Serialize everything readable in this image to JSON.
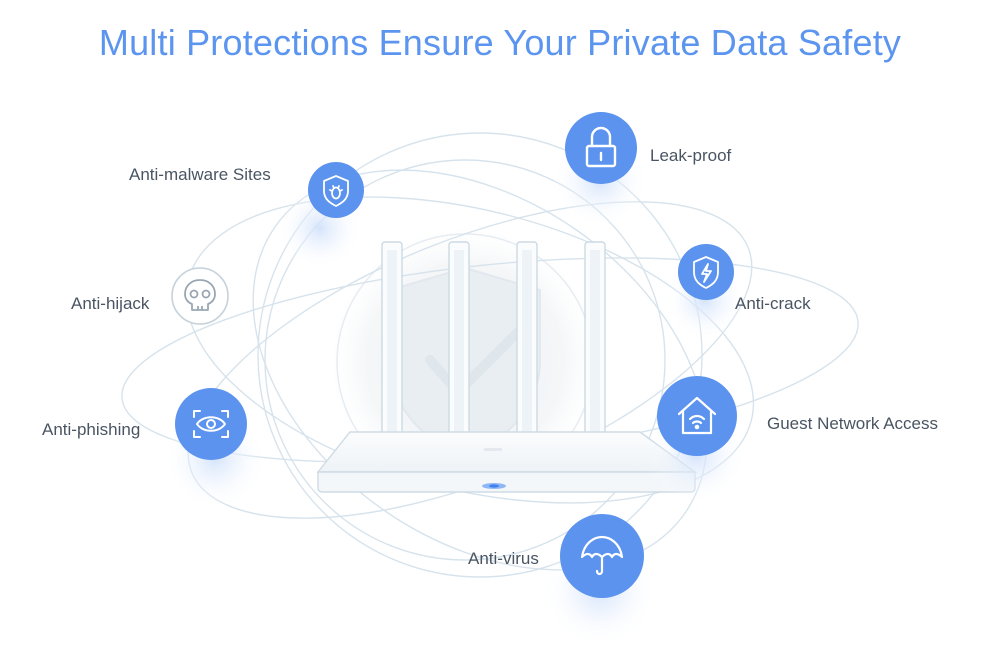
{
  "title": "Multi Protections Ensure Your Private Data Safety",
  "colors": {
    "title": "#5b95ef",
    "badge_fill": "#5b93ee",
    "badge_glow": "#dce9fb",
    "label_text": "#4a5563",
    "orbit": "#d7e3ec"
  },
  "features": [
    {
      "label": "Leak-proof",
      "icon": "lock-icon"
    },
    {
      "label": "Anti-malware Sites",
      "icon": "bug-shield-icon"
    },
    {
      "label": "Anti-crack",
      "icon": "lightning-shield-icon"
    },
    {
      "label": "Anti-hijack",
      "icon": "skull-icon"
    },
    {
      "label": "Anti-phishing",
      "icon": "eye-icon"
    },
    {
      "label": "Guest Network Access",
      "icon": "house-wifi-icon"
    },
    {
      "label": "Anti-virus",
      "icon": "umbrella-icon"
    }
  ]
}
